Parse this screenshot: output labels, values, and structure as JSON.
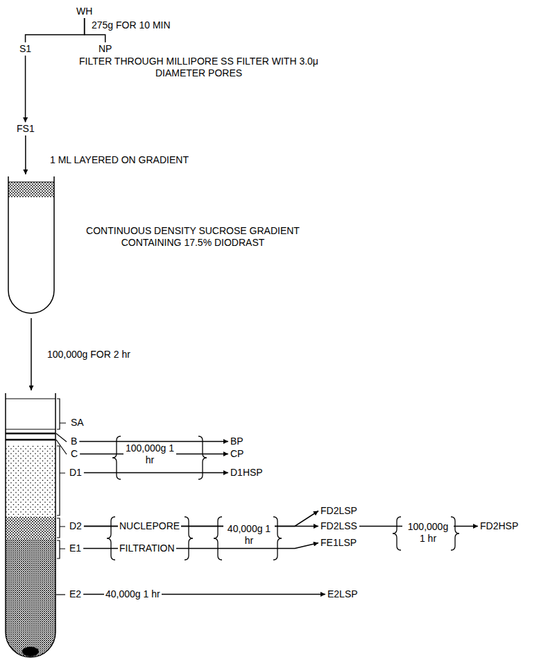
{
  "diagram": {
    "nodes": [
      {
        "text": [
          "WH"
        ]
      },
      {
        "text": [
          "S1"
        ]
      },
      {
        "text": [
          "NP"
        ]
      },
      {
        "text": [
          "FS1"
        ]
      },
      {
        "text": [
          "CONTINUOUS DENSITY SUCROSE GRADIENT CONTAINING 17.5% DIODRAST"
        ]
      },
      {
        "text": [
          "SA"
        ]
      },
      {
        "text": [
          "B"
        ]
      },
      {
        "text": [
          "C"
        ]
      },
      {
        "text": [
          "D1"
        ]
      },
      {
        "text": [
          "BP"
        ]
      },
      {
        "text": [
          "CP"
        ]
      },
      {
        "text": [
          "D1HSP"
        ]
      },
      {
        "text": [
          "D2"
        ]
      },
      {
        "text": [
          "E1"
        ]
      },
      {
        "text": [
          "FD2LSP"
        ]
      },
      {
        "text": [
          "FD2LSS"
        ]
      },
      {
        "text": [
          "FE1LSP"
        ]
      },
      {
        "text": [
          "FD2HSP"
        ]
      },
      {
        "text": [
          "E2"
        ]
      },
      {
        "text": [
          "E2LSP"
        ]
      }
    ],
    "edges": [
      {
        "from": 0,
        "to": 1,
        "arrow": "none"
      },
      {
        "from": 0,
        "to": 2,
        "arrow": "none"
      },
      {
        "from": 1,
        "to": 3,
        "arrow": "to",
        "label": "FILTER THROUGH MILLIPORE SS FILTER WITH 3.0μ DIAMETER PORES"
      },
      {
        "from": 3,
        "to": 4,
        "arrow": "to",
        "label": "1 ML LAYERED ON GRADIENT"
      },
      {
        "from": 6,
        "to": 9,
        "arrow": "to"
      },
      {
        "from": 7,
        "to": 10,
        "arrow": "to",
        "label": "100,000g 1 hr"
      },
      {
        "from": 8,
        "to": 11,
        "arrow": "to"
      },
      {
        "from": 12,
        "to": 14,
        "arrow": "to"
      },
      {
        "from": 12,
        "to": 15,
        "arrow": "to",
        "label": "NUCLEPORE"
      },
      {
        "from": 13,
        "to": 16,
        "arrow": "to",
        "label": "FILTRATION"
      },
      {
        "from": 15,
        "to": 17,
        "arrow": "to",
        "label": "100,000g 1 hr"
      },
      {
        "from": 18,
        "to": 19,
        "arrow": "to",
        "label": "40,000g 1 hr"
      }
    ],
    "labels": [
      "275g FOR 10 MIN",
      "100,000g FOR 2 hr",
      "40,000g 1 hr"
    ]
  }
}
